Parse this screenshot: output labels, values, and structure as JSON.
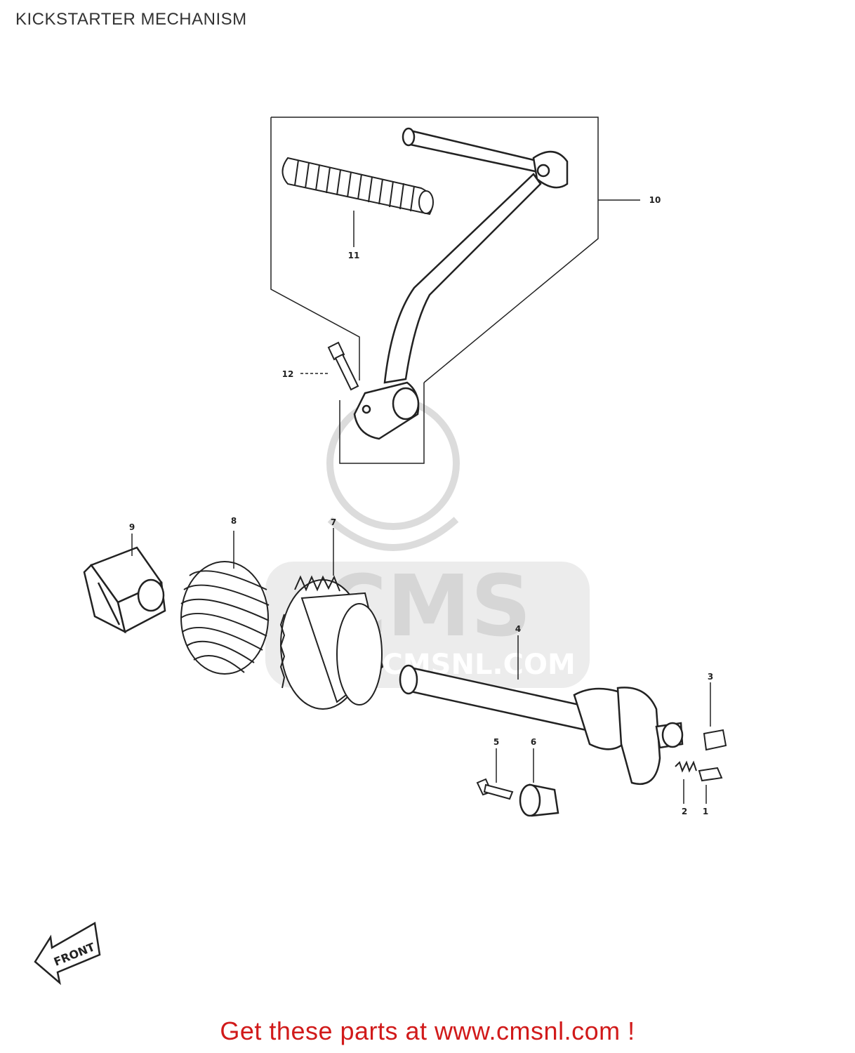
{
  "page": {
    "title": "KICKSTARTER MECHANISM",
    "cta": "Get these parts at www.cmsnl.com !"
  },
  "watermark": {
    "brand": "CMS",
    "url": "WWW.CMSNL.COM"
  },
  "direction_marker": {
    "label": "FRONT"
  },
  "parts": {
    "p1": "1",
    "p2": "2",
    "p3": "3",
    "p4": "4",
    "p5": "5",
    "p6": "6",
    "p7": "7",
    "p8": "8",
    "p9": "9",
    "p10": "10",
    "p11": "11",
    "p12": "12"
  },
  "colors": {
    "cta": "#d11a1a",
    "line": "#222222",
    "watermark": "#d9d9d9"
  }
}
